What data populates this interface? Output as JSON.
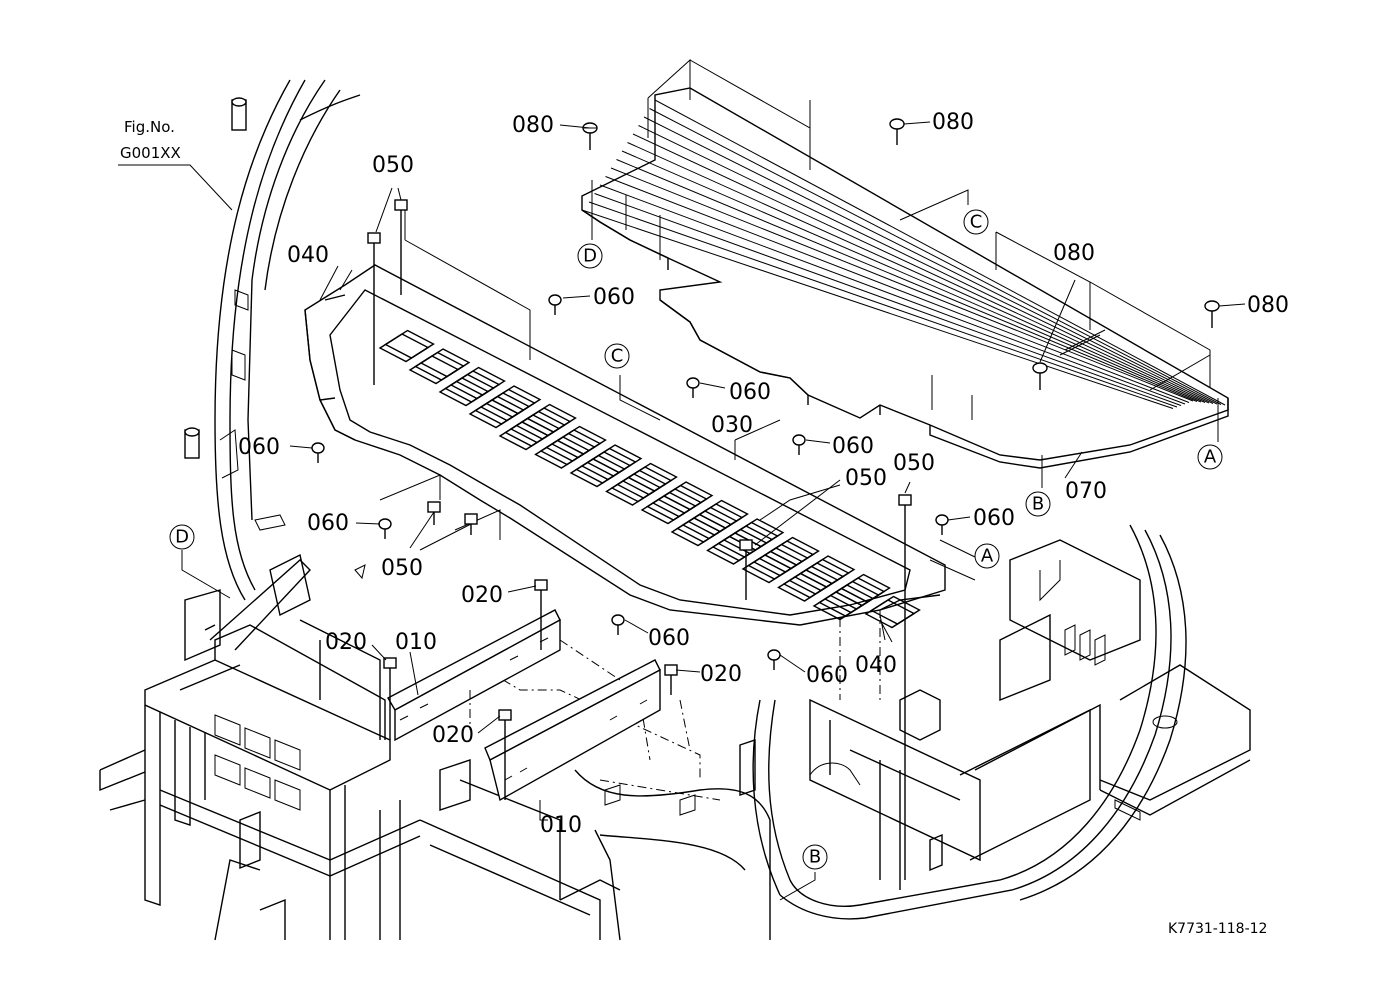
{
  "figure_reference": {
    "line1": "Fig.No.",
    "line2": "G001XX"
  },
  "drawing_code": "K7731-118-12",
  "part_labels": {
    "p010a": "010",
    "p010b": "010",
    "p020a": "020",
    "p020b": "020",
    "p020c": "020",
    "p020d": "020",
    "p030": "030",
    "p040a": "040",
    "p040b": "040",
    "p050a": "050",
    "p050b": "050",
    "p050c": "050",
    "p050d": "050",
    "p060a": "060",
    "p060b": "060",
    "p060c": "060",
    "p060d": "060",
    "p060e": "060",
    "p060f": "060",
    "p060g": "060",
    "p060h": "060",
    "p070": "070",
    "p080a": "080",
    "p080b": "080",
    "p080c": "080",
    "p080d": "080"
  },
  "reference_markers": {
    "A1": "A",
    "A2": "A",
    "B1": "B",
    "B2": "B",
    "C1": "C",
    "C2": "C",
    "D1": "D",
    "D2": "D"
  }
}
